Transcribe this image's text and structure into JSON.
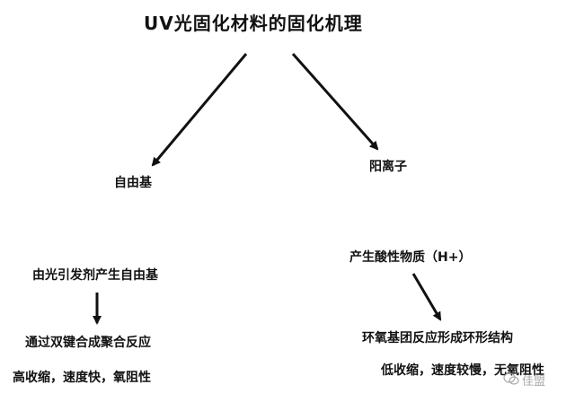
{
  "title": "UV光固化材料的固化机理",
  "branches": {
    "radical": {
      "label": "自由基",
      "step1": "由光引发剂产生自由基",
      "step2": "通过双键合成聚合反应",
      "properties": "高收缩，速度快，氧阻性"
    },
    "cationic": {
      "label": "阳离子",
      "step1": "产生酸性物质（H+）",
      "step2": "环氧基团反应形成环形结构",
      "properties": "低收缩，速度较慢，无氧阻性"
    }
  },
  "watermark": {
    "text": "佳盟"
  },
  "colors": {
    "ink": "#111111",
    "watermark": "#9a9a9a"
  }
}
